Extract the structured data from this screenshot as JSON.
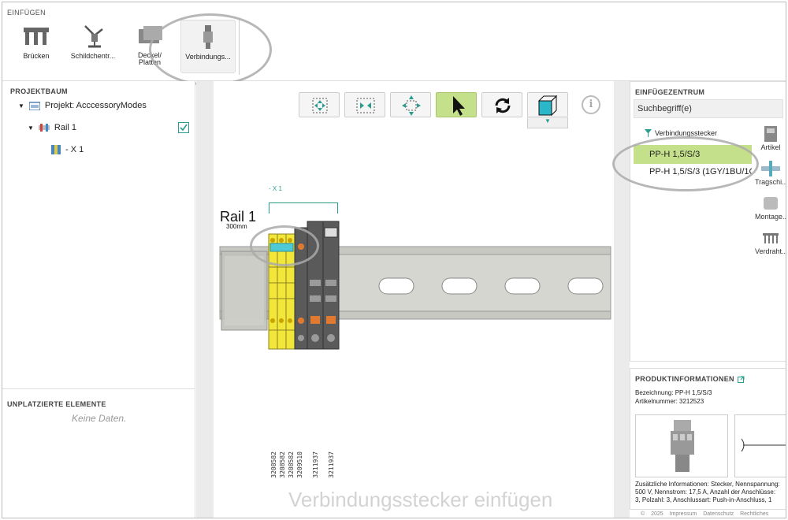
{
  "toolbar": {
    "section_title": "EINFÜGEN",
    "tools": [
      {
        "label": "Brücken",
        "icon": "bridge-icon"
      },
      {
        "label": "Schildchentr...",
        "icon": "marker-carrier-icon"
      },
      {
        "label": "Deckel/\nPlatten",
        "icon": "cover-plate-icon"
      },
      {
        "label": "Verbindungs...",
        "icon": "connector-icon"
      }
    ]
  },
  "project_tree": {
    "title": "PROJEKTBAUM",
    "project_label": "Projekt: AcccessoryModes",
    "rail_label": "Rail 1",
    "terminal_label": "- X 1"
  },
  "unplaced": {
    "title": "UNPLATZIERTE ELEMENTE",
    "empty_text": "Keine Daten."
  },
  "canvas": {
    "rail_title": "Rail 1",
    "rail_length": "300mm",
    "group_label": "- X 1",
    "part_numbers": [
      "3208582",
      "3208582",
      "3208582",
      "3209510",
      "3211937",
      "3211937"
    ],
    "watermark": "Verbindungsstecker einfügen",
    "view_buttons": [
      {
        "name": "fit-all-button",
        "icon": "fit-all-icon"
      },
      {
        "name": "fit-width-button",
        "icon": "fit-width-icon"
      },
      {
        "name": "fit-center-button",
        "icon": "fit-center-icon"
      },
      {
        "name": "select-pointer-button",
        "icon": "pointer-icon"
      },
      {
        "name": "refresh-button",
        "icon": "refresh-icon"
      },
      {
        "name": "3d-view-button",
        "icon": "cube-icon"
      }
    ]
  },
  "insert_center": {
    "title": "EINFÜGEZENTRUM",
    "search_placeholder": "Suchbegriff(e)",
    "filter_label": "Verbindungsstecker",
    "results": [
      "PP-H 1,5/S/3",
      "PP-H 1,5/S/3 (1GY/1BU/1G"
    ],
    "categories": [
      "Artikel",
      "Tragschi...",
      "Montage...",
      "Verdraht..."
    ]
  },
  "product_info": {
    "title": "PRODUKTINFORMATIONEN",
    "designation": "Bezeichnung: PP-H 1,5/S/3",
    "article_number": "Artikelnummer: 3212523",
    "extra_line1": "Zusätzliche Informationen: Stecker, Nennspannung:",
    "extra_line2": "500 V, Nennstrom: 17,5 A, Anzahl der Anschlüsse:",
    "extra_line3": "3, Polzahl: 3, Anschlussart: Push-in-Anschluss, 1"
  },
  "footer": {
    "copyright": "© 2025",
    "links": [
      "Impressum",
      "Datenschutz",
      "Rechtliches"
    ]
  },
  "colors": {
    "accent_green": "#c5e08a",
    "teal": "#2a9d8f",
    "terminal_yellow": "#f2e63a",
    "terminal_gray": "#5a5a5a",
    "rail": "#d2d2cc"
  }
}
